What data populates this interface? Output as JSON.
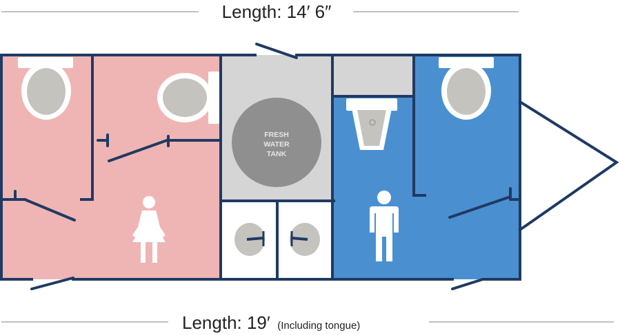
{
  "dimensions": {
    "inner_length": "Length: 14′ 6″",
    "overall_length": "Length: 19′",
    "overall_note": "(Including tongue)"
  },
  "tank": {
    "line1": "FRESH",
    "line2": "WATER",
    "line3": "TANK"
  },
  "colors": {
    "womens_side": "#efb5b4",
    "mens_side": "#4a90d0",
    "utility": "#d5d5d5",
    "wall": "#1f3a63",
    "fixture": "#c4c3be",
    "tank": "#8f8f8f"
  },
  "icons": {
    "womens_room": "woman-icon",
    "mens_room": "man-icon",
    "toilets": "toilet-icon",
    "urinal": "urinal-icon",
    "sinks": "sink-icon"
  }
}
